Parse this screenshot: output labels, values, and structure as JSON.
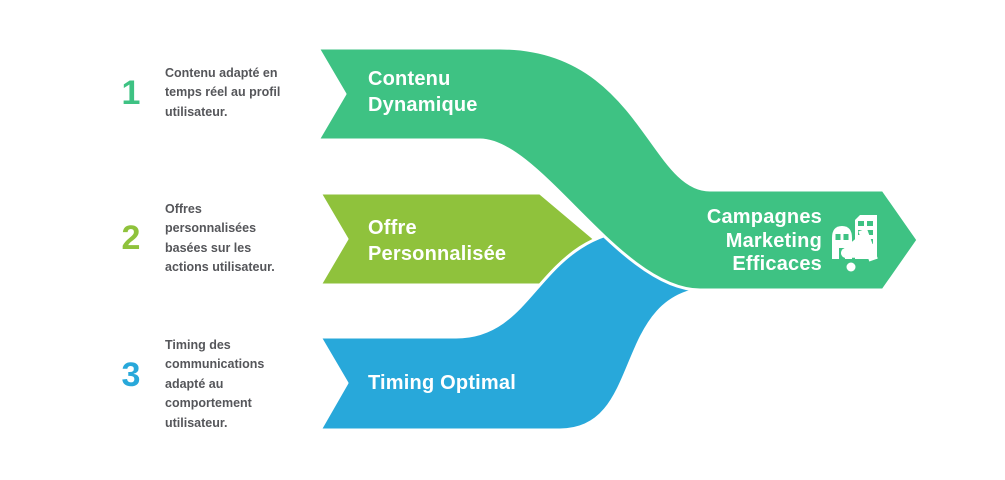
{
  "colors": {
    "green": "#3EC283",
    "lime": "#8FC23C",
    "blue": "#28A8DA",
    "outline": "#FFFFFF",
    "description_text": "#55565A",
    "label_text": "#FFFFFF"
  },
  "steps": [
    {
      "number": "1",
      "number_color": "#3EC283",
      "description": "Contenu adapté en\ntemps réel au profil\nutilisateur.",
      "arrow_label": "Contenu\nDynamique"
    },
    {
      "number": "2",
      "number_color": "#8FC23C",
      "description": "Offres\npersonnalisées\nbasées sur les\nactions utilisateur.",
      "arrow_label": "Offre\nPersonnalisée"
    },
    {
      "number": "3",
      "number_color": "#28A8DA",
      "description": "Timing des\ncommunications\nadapté au\ncomportement\nutilisateur.",
      "arrow_label": "Timing Optimal"
    }
  ],
  "result": {
    "arrow_label": "Campagnes\nMarketing\nEfficaces",
    "icon": "buildings-megaphone-icon"
  }
}
